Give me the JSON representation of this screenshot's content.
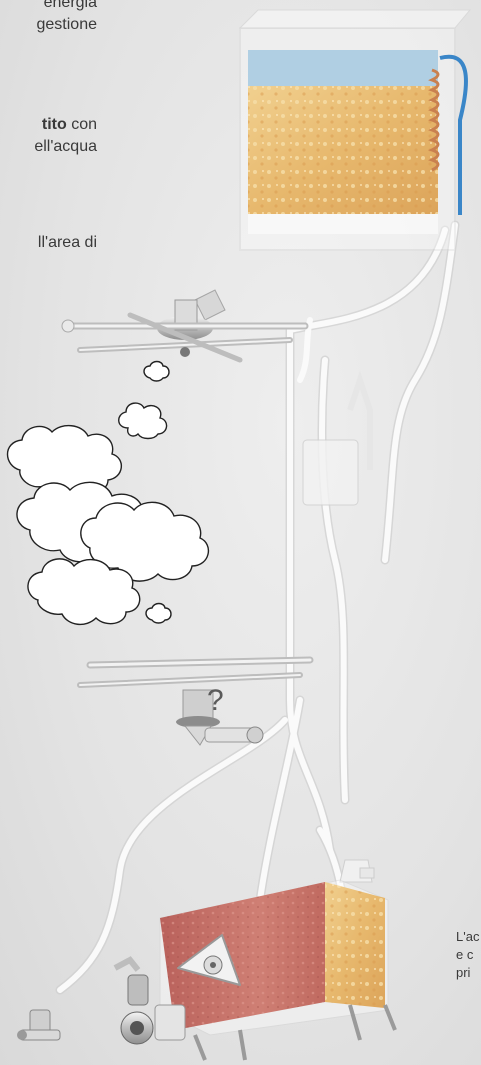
{
  "text_fragments": {
    "p1_line1": "energia",
    "p1_line2": "gestione",
    "p2_line1_bold": "tito",
    "p2_line1_rest": " con",
    "p2_line2": "ell'acqua",
    "p3_line1": "ll'area di",
    "question_mark": "?",
    "caption_line1": "L'ac",
    "caption_line2": "e c",
    "caption_line3": "pri"
  },
  "colors": {
    "background": "#e6e6e6",
    "text": "#3a3a3a",
    "rack_metal": "#c9c9c9",
    "tank_sand": "#e9c27e",
    "tank_water": "#a8cbe0",
    "heater_red": "#c6736a",
    "pipe": "#f4f4f4"
  },
  "icons": [
    "cloud-icon",
    "question-mark-icon"
  ]
}
